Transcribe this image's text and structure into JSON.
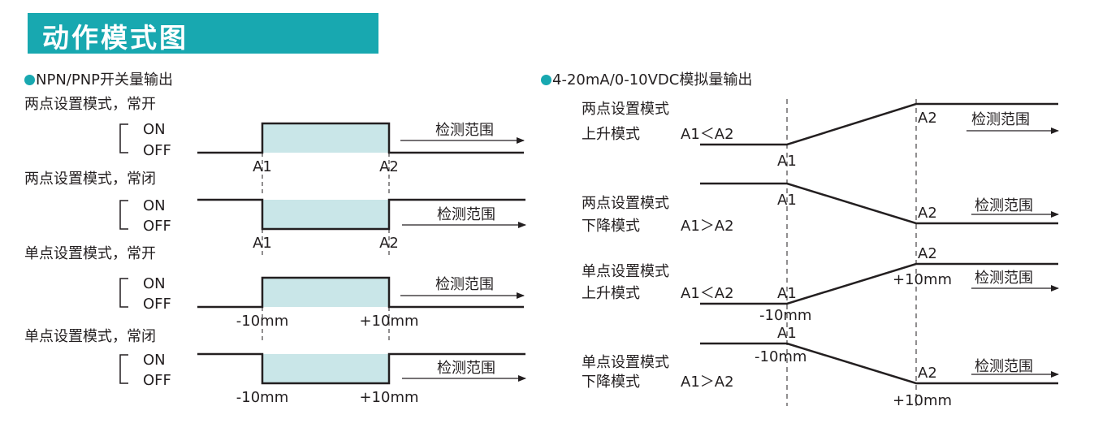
{
  "header": {
    "title": "动作模式图",
    "accent": "#18a8b0",
    "fill": "#c9e6e8"
  },
  "left": {
    "title": "NPN/PNP开关量输出",
    "on": "ON",
    "off": "OFF",
    "range": "检测范围",
    "diagrams": [
      {
        "title": "两点设置模式，常开",
        "lo": "A1",
        "hi": "A2"
      },
      {
        "title": "两点设置模式，常闭",
        "lo": "A1",
        "hi": "A2"
      },
      {
        "title": "单点设置模式，常开",
        "lo": "-10mm",
        "hi": "+10mm"
      },
      {
        "title": "单点设置模式，常闭",
        "lo": "-10mm",
        "hi": "+10mm"
      }
    ]
  },
  "right": {
    "title": "4-20mA/0-10VDC模拟量输出",
    "range": "检测范围",
    "diagrams": [
      {
        "line1": "两点设置模式",
        "line2": "上升模式",
        "cond": "A1＜A2",
        "a1": "A1",
        "a2": "A2"
      },
      {
        "line1": "两点设置模式",
        "line2": "下降模式",
        "cond": "A1＞A2",
        "a1": "A1",
        "a2": "A2"
      },
      {
        "line1": "单点设置模式",
        "line2": "上升模式",
        "cond": "A1＜A2",
        "a1": "A1",
        "a2": "A2",
        "m1": "-10mm",
        "m2": "+10mm"
      },
      {
        "line1": "单点设置模式",
        "line2": "下降模式",
        "cond": "A1＞A2",
        "a1": "A1",
        "a2": "A2",
        "m1": "-10mm",
        "m2": "+10mm"
      }
    ]
  }
}
